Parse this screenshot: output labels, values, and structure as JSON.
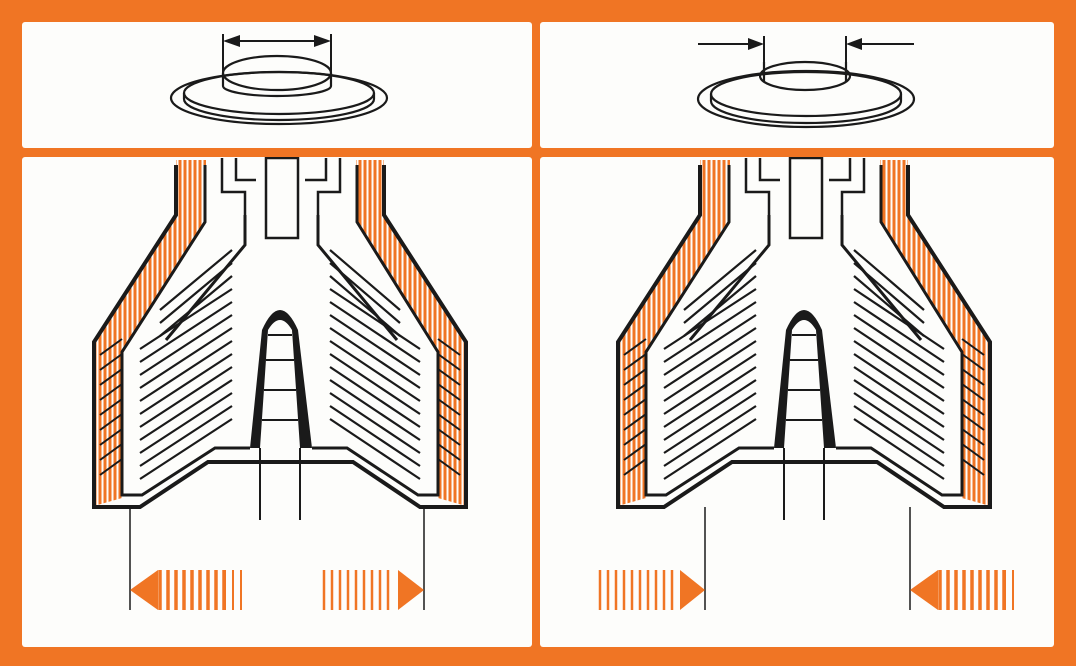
{
  "colors": {
    "frame": "#f07524",
    "panel": "#fdfdfb",
    "ink": "#1a1a1a",
    "stripe": "#f07524"
  },
  "panels": [
    {
      "id": "left",
      "gap_indicator": "wide-dimension-arrow-outward",
      "disc_opening": "wide",
      "outlet_layout": "heavy-left-light-right"
    },
    {
      "id": "right",
      "gap_indicator": "narrow-dimension-arrow-inward",
      "disc_opening": "narrow",
      "outlet_layout": "light-left-heavy-right"
    }
  ],
  "icons": [
    "gravity-disc-icon",
    "dimension-arrow-icon",
    "separator-bowl-icon",
    "outlet-flow-arrow-icon"
  ]
}
